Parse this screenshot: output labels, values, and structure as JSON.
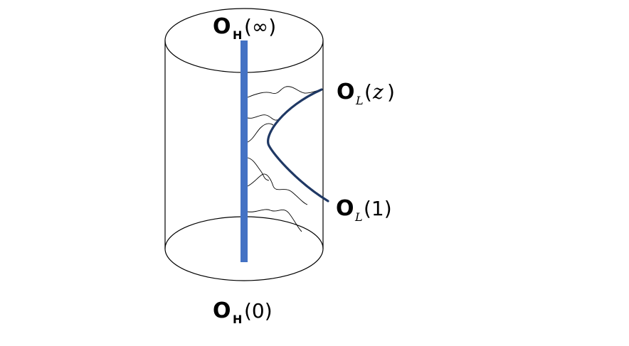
{
  "labels": {
    "top": {
      "main": "O",
      "sub": "H",
      "arg": "(∞)"
    },
    "bottom": {
      "main": "O",
      "sub": "H",
      "arg": "(0)"
    },
    "upper_right": {
      "main": "O",
      "sub": "L",
      "arg_open": "(",
      "arg_var": "z",
      "arg_close": ")"
    },
    "lower_right": {
      "main": "O",
      "sub": "L",
      "arg": "(1)"
    }
  },
  "colors": {
    "cylinder": "#000000",
    "heavy_line": "#4472C4",
    "light_curve": "#1F3864",
    "wiggles": "#000000"
  }
}
